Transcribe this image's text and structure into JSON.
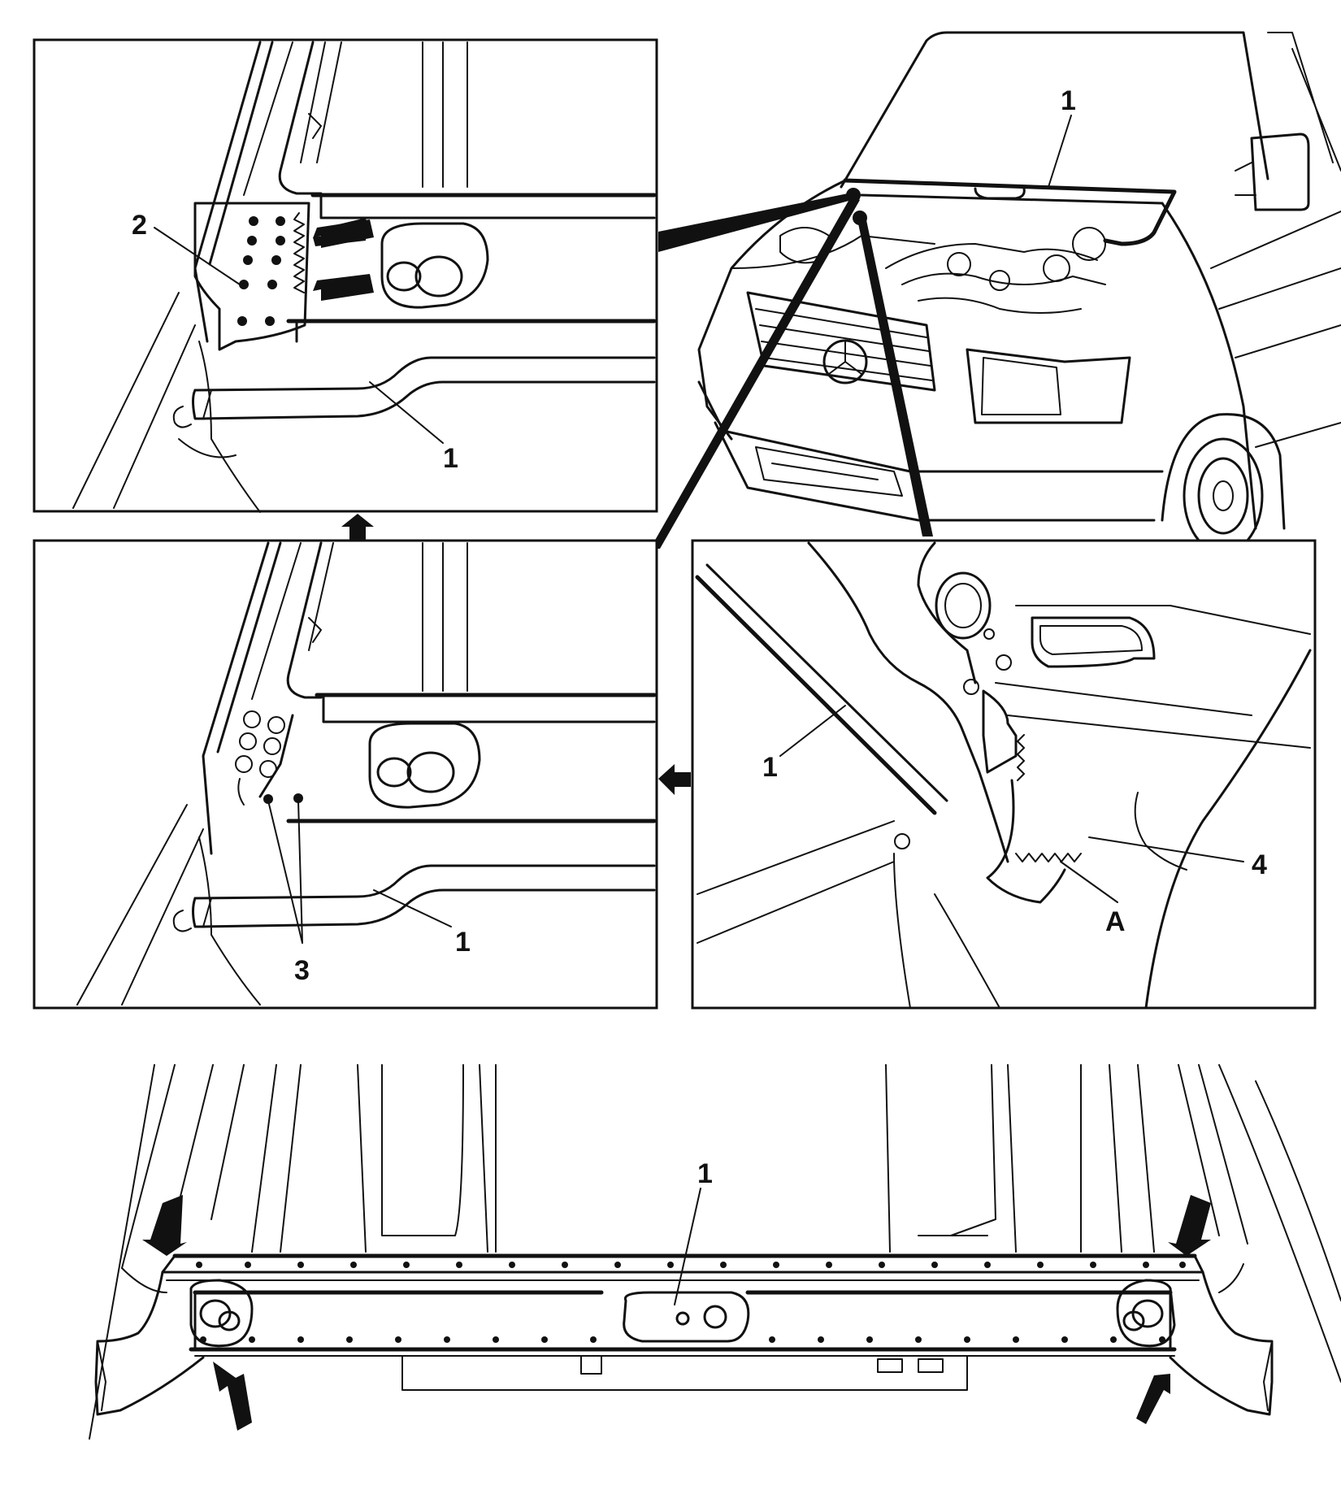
{
  "diagram": {
    "panel_top_left": {
      "callouts": {
        "c1": "1",
        "c2": "2"
      }
    },
    "panel_top_right": {
      "callouts": {
        "c1": "1"
      }
    },
    "panel_mid_left": {
      "callouts": {
        "c1": "1",
        "c3": "3"
      }
    },
    "panel_mid_right": {
      "callouts": {
        "c1": "1",
        "c4": "4",
        "cA": "A"
      }
    },
    "panel_bottom": {
      "callouts": {
        "c1": "1"
      },
      "arrow_icons": [
        "arrow-down-right-icon",
        "arrow-up-right-icon",
        "arrow-down-left-icon",
        "arrow-up-left-icon"
      ]
    },
    "colors": {
      "ink": "#111111",
      "paper": "#ffffff"
    }
  }
}
